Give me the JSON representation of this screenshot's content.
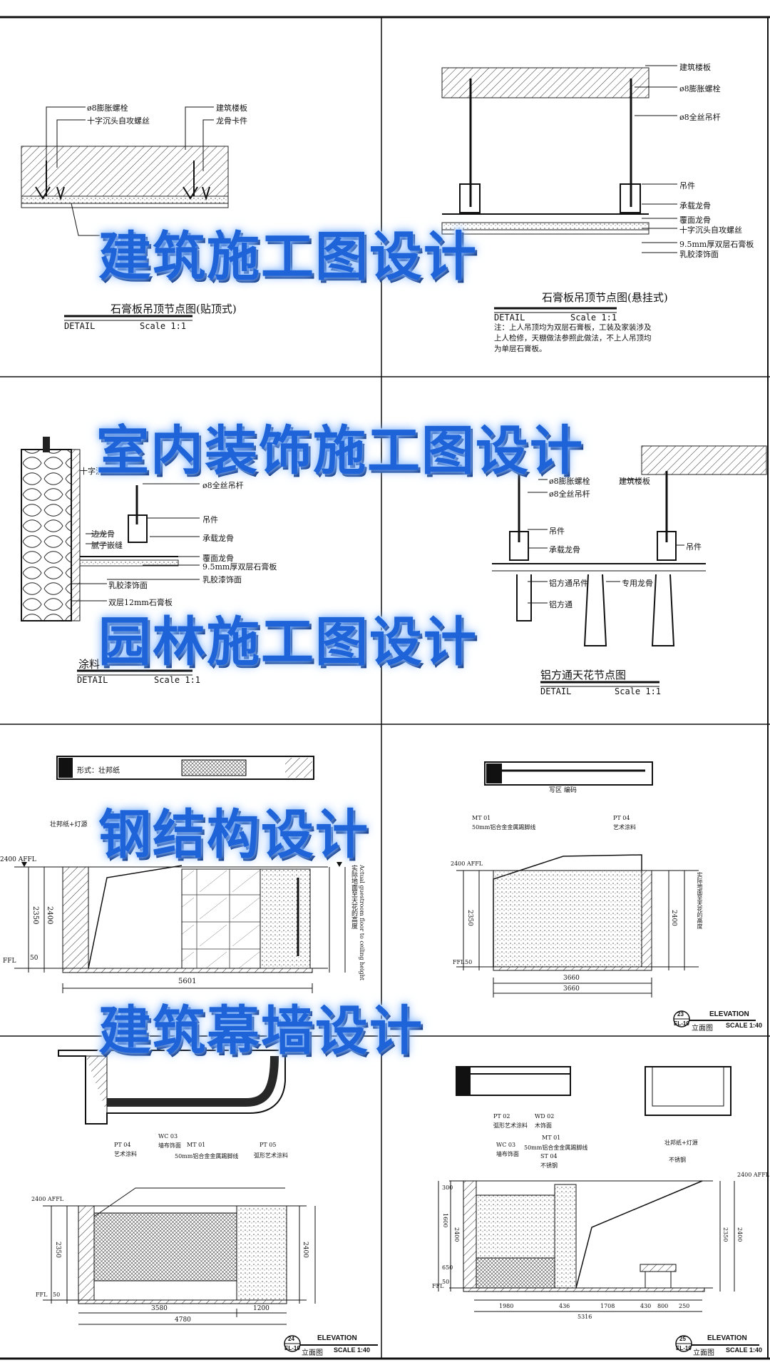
{
  "banners": [
    "建筑施工图设计",
    "室内装饰施工图设计",
    "园林施工图设计",
    "钢结构设计",
    "建筑幕墙设计"
  ],
  "panel1": {
    "labels": [
      "ø8膨胀螺栓",
      "十字沉头自攻螺丝",
      "建筑楼板",
      "龙骨卡件"
    ],
    "title": "石膏板吊顶节点图(贴顶式)",
    "detail": "DETAIL",
    "scale": "Scale 1:1"
  },
  "panel2": {
    "labels": [
      "建筑楼板",
      "ø8膨胀螺栓",
      "ø8全丝吊杆",
      "吊件",
      "承载龙骨",
      "覆面龙骨",
      "十字沉头自攻螺丝",
      "9.5mm厚双层石膏板",
      "乳胶漆饰面"
    ],
    "title": "石膏板吊顶节点图(悬挂式)",
    "detail": "DETAIL",
    "scale": "Scale 1:1",
    "note": "注：上人吊顶均为双层石膏板，工装及家装涉及上人检修，天棚做法参照此做法，不上人吊顶均为单层石膏板。"
  },
  "panel3": {
    "labels": [
      "十字沉",
      "ø8全丝吊杆",
      "吊件",
      "边龙骨",
      "腻子嵌缝",
      "承载龙骨",
      "覆面龙骨",
      "9.5mm厚双层石膏板",
      "乳胶漆饰面",
      "乳胶漆饰面",
      "双层12mm石膏板"
    ],
    "title": "涂料",
    "detail": "DETAIL",
    "scale": "Scale 1:1"
  },
  "panel4": {
    "labels": [
      "ø8膨胀螺栓",
      "建筑楼板",
      "ø8全丝吊杆",
      "吊件",
      "承载龙骨",
      "吊件",
      "铝方通吊件",
      "专用龙骨",
      "铝方通"
    ],
    "title": "铝方通天花节点图",
    "detail": "DETAIL",
    "scale": "Scale 1:1"
  },
  "panel5": {
    "labels": [
      "形式：壮邦纸",
      "壮邦纸+灯源",
      "2400 AFFL",
      "FFL",
      "实际地面至天花的高度",
      "Actual guestroom floor to ceiling height"
    ],
    "dims_v": [
      "50",
      "2350",
      "2400"
    ],
    "dims_h": [
      "5601"
    ]
  },
  "panel6": {
    "labels": [
      "写区 编码",
      "MT 01",
      "50mm铝合金金属踢脚线",
      "PT 04",
      "艺术涂料",
      "2400 AFFL",
      "FFL",
      "实际地面至天花的高度"
    ],
    "dims_v": [
      "50",
      "2350",
      "2400"
    ],
    "dims_h": [
      "3660",
      "3660"
    ],
    "elevation": {
      "num": "23",
      "sheet": "EL-10",
      "title": "ELEVATION",
      "sub": "立面图",
      "scale": "SCALE 1:40"
    }
  },
  "panel7": {
    "labels": [
      "PT 04",
      "艺术涂料",
      "WC 03",
      "墙布饰面",
      "MT 01",
      "50mm铝合金金属踢脚线",
      "PT 05",
      "弧形艺术涂料",
      "2400 AFFL",
      "FFL"
    ],
    "dims_v": [
      "50",
      "2350",
      "2400"
    ],
    "dims_h": [
      "3580",
      "1200",
      "4780"
    ],
    "elevation": {
      "num": "24",
      "sheet": "EL-10",
      "title": "ELEVATION",
      "sub": "立面图",
      "scale": "SCALE 1:40"
    }
  },
  "panel8": {
    "labels": [
      "PT 02",
      "弧形艺术涂料",
      "WD 02",
      "木饰面",
      "MT 01",
      "50mm铝合金金属踢脚线",
      "WC 03",
      "墙布饰面",
      "ST 04",
      "不锈钢",
      "壮邦纸+灯源",
      "不锈钢",
      "2400 AFFL",
      "FFL"
    ],
    "dims_v": [
      "300",
      "1600",
      "2400",
      "650",
      "50",
      "2350",
      "2400"
    ],
    "dims_h": [
      "1980",
      "436",
      "1708",
      "430",
      "800",
      "250",
      "5316"
    ],
    "elevation": {
      "num": "25",
      "sheet": "EL-10",
      "title": "ELEVATION",
      "sub": "立面图",
      "scale": "SCALE 1:40"
    }
  }
}
